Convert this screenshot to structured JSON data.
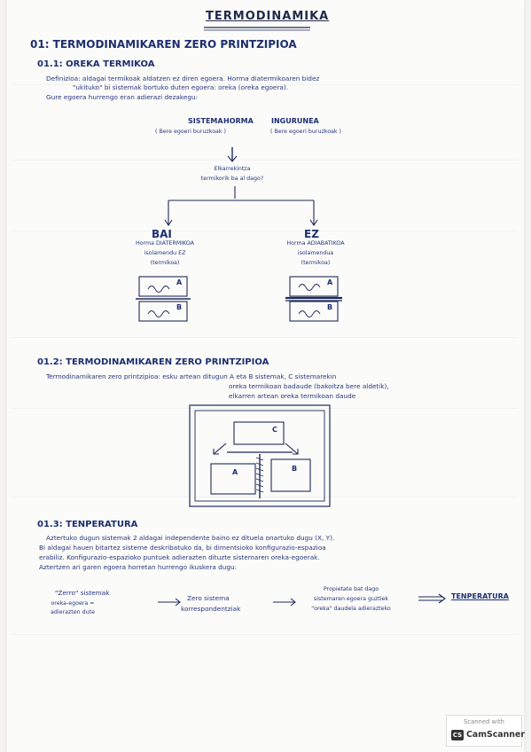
{
  "title": "TERMODINAMIKA",
  "section1": {
    "heading": "01: TERMODINAMIKAREN ZERO PRINTZIPIOA",
    "sub1": {
      "heading": "01.1: OREKA TERMIKOA",
      "def_line1": "Definizioa: aldagai termikoak aldatzen ez diren egoera. Horma diatermikoaren bidez",
      "def_line2": "\"ukituko\" bi sistemak bortuko duten egoera: oreka (oreka egoera).",
      "def_line3": "Gure egoera hurrengo eran adierazi dezakegu:",
      "col_sistema": "SISTEMA",
      "col_sistema_sub": "( Bere egoeri buruzkoak )",
      "col_horma": "HORMA",
      "col_ingurunea": "INGURUNEA",
      "col_ingurunea_sub": "( Bere egoeri buruzkoak )",
      "question_line1": "Elkarrekintza",
      "question_line2": "termikorik ba al dago?",
      "bai": "BAI",
      "bai_line1": "Horma DIATERMIKOA",
      "bai_line2": "isolamendu EZ",
      "bai_line3": "(termikoa)",
      "ez": "EZ",
      "ez_line1": "Horma ADIABATIKOA",
      "ez_line2": "isolamendua",
      "ez_line3": "(termikoa)",
      "box_a": "A",
      "box_b": "B"
    },
    "sub2": {
      "heading": "01.2: TERMODINAMIKAREN ZERO PRINTZIPIOA",
      "line1": "Termodinamikaren zero printzipioa: esku artean ditugun A eta B sistemak, C sistemarekin",
      "line2": "oreka termikoan badaude (bakoitza bere aldetik),",
      "line3": "elkarren artean oreka termikoan daude",
      "box_a": "A",
      "box_b": "B",
      "box_c": "C"
    },
    "sub3": {
      "heading": "01.3: TENPERATURA",
      "line1": "Aztertuko dugun sistemak 2 aldagai independente baino ez dituela onartuko dugu (X, Y).",
      "line2": "Bi aldagai hauen bitartez sisteme deskribatuko da, bi dimentsioko konfigurazio-espazioa",
      "line3": "erabiliz. Konfigurazio-espazioko puntuek adierazten dituzte sistemaren oreka-egoerak.",
      "line4": "Aztertzen ari garen egoera horretan hurrengo ikuskera dugu:",
      "flow1_line1": "\"Zerro\" sistemak",
      "flow1_line2": "oreka-egoera =",
      "flow1_line3": "adierazten dute",
      "flow2_line1": "Zero sistema",
      "flow2_line2": "korrespondentziak",
      "flow3_line1": "Propietate bat dago",
      "flow3_line2": "sistemaren egoera guztiek",
      "flow3_line3": "\"oreka\" daudela adierazteko",
      "flow4": "TENPERATURA"
    }
  },
  "scanner": {
    "scanned_with": "Scanned with",
    "logo": "CS",
    "name": "CamScanner"
  }
}
